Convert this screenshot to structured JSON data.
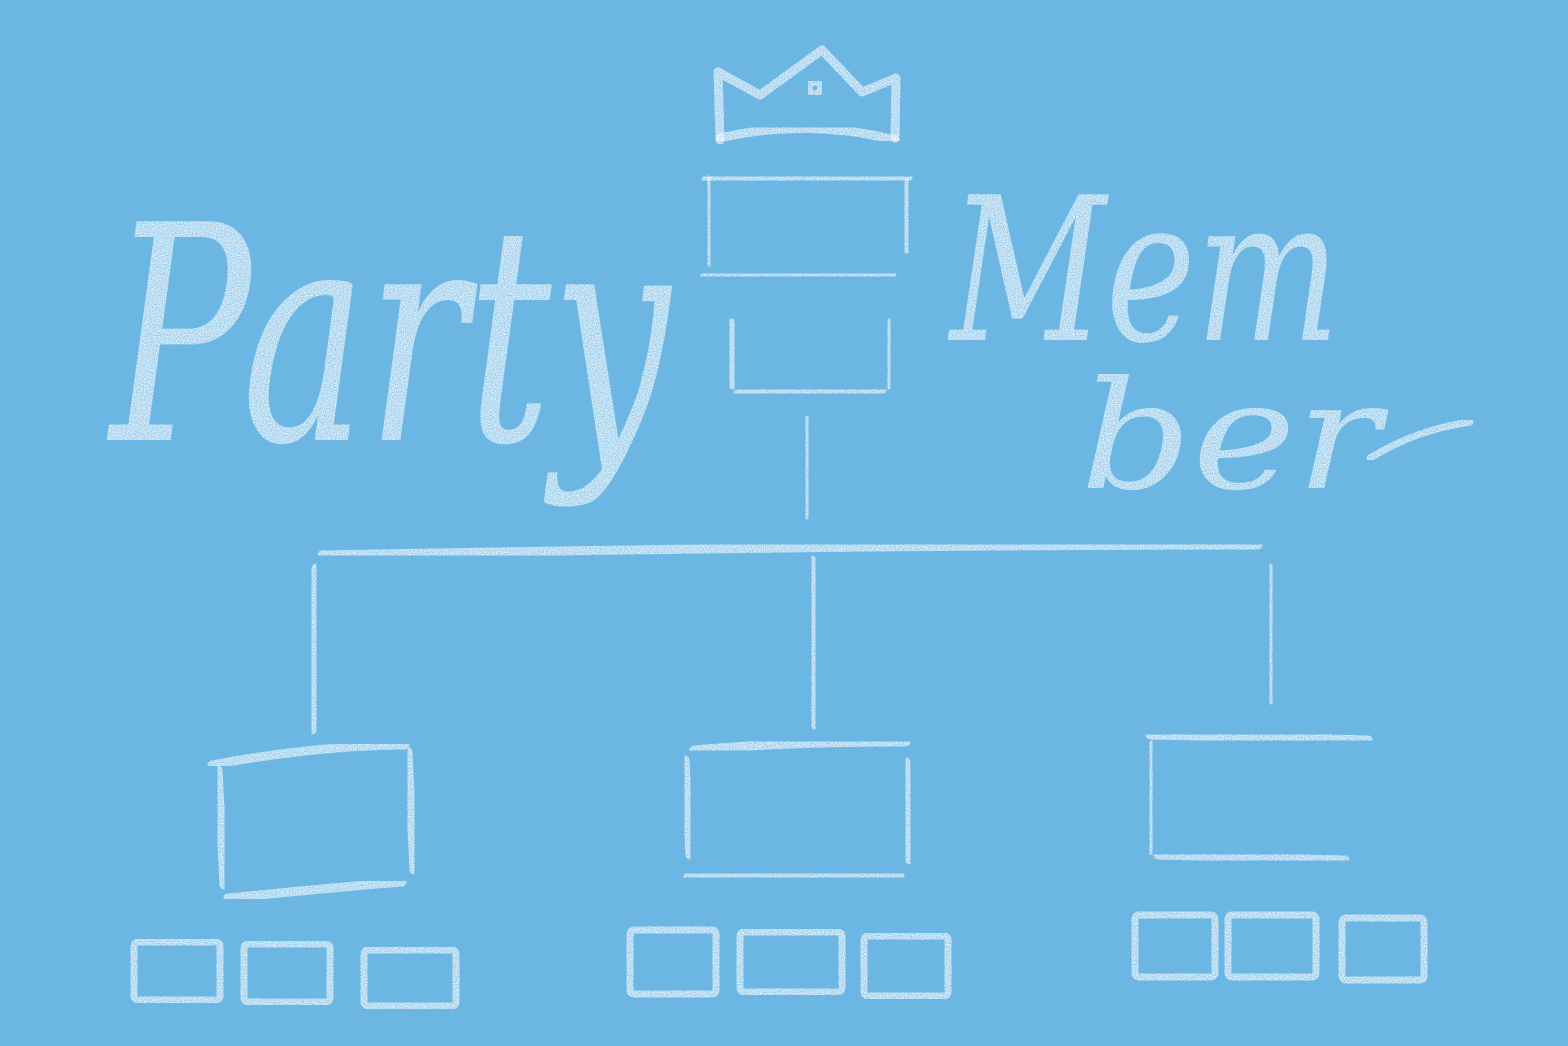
{
  "title": {
    "word1": "Party",
    "word2_part1": "Mem",
    "word2_part2": "ber"
  },
  "colors": {
    "background": "#6cb6e3",
    "chalk": "#ffffff"
  },
  "diagram": {
    "top": {
      "icon": "crown-icon",
      "boxes": 2
    },
    "children": [
      {
        "id": "left",
        "sub_boxes": 3
      },
      {
        "id": "center",
        "sub_boxes": 3
      },
      {
        "id": "right",
        "sub_boxes": 3
      }
    ]
  }
}
